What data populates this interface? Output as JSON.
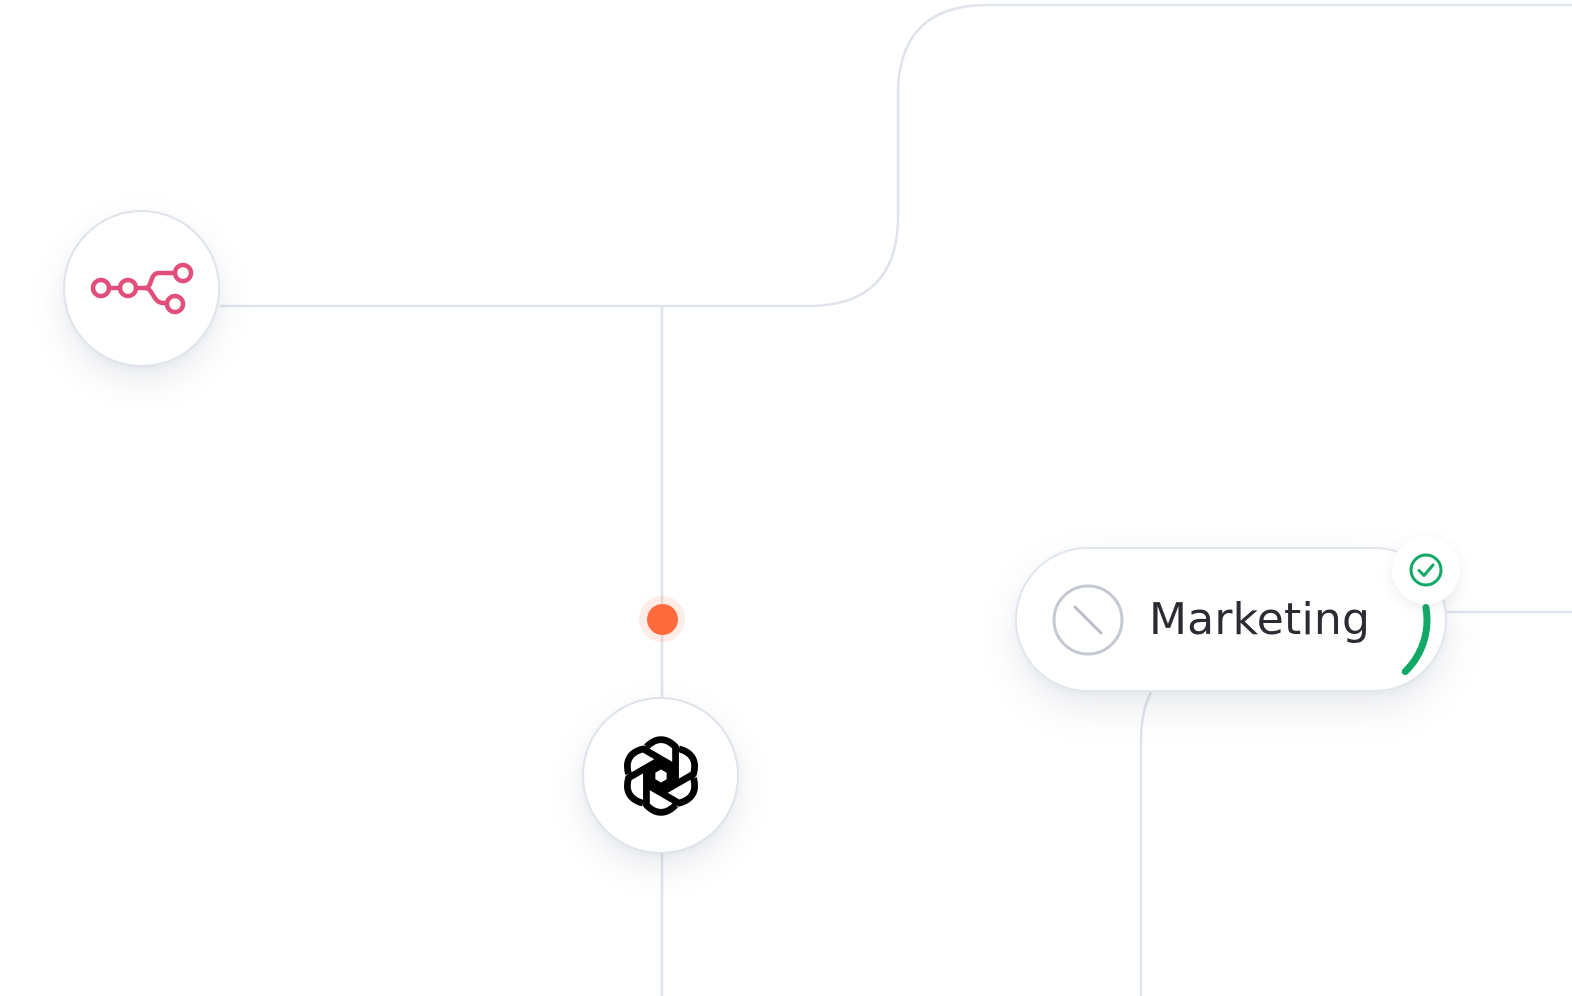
{
  "workflow": {
    "nodes": {
      "n8n": {
        "icon": "n8n-logo-icon"
      },
      "openai": {
        "icon": "openai-logo-icon"
      },
      "marketing": {
        "label": "Marketing",
        "icon": "disabled-circle-icon",
        "status_icon": "check-circle-icon",
        "progress_fraction": 0.25
      }
    },
    "connector_dot": {
      "state": "active"
    }
  },
  "colors": {
    "connector_line": "#dfe3ea",
    "n8n_brand": "#e24e7b",
    "openai_brand": "#000000",
    "active_dot": "#ff6b3d",
    "success_green": "#12a866",
    "label_text": "#2b2c33",
    "muted_icon": "#b9bdc6"
  }
}
